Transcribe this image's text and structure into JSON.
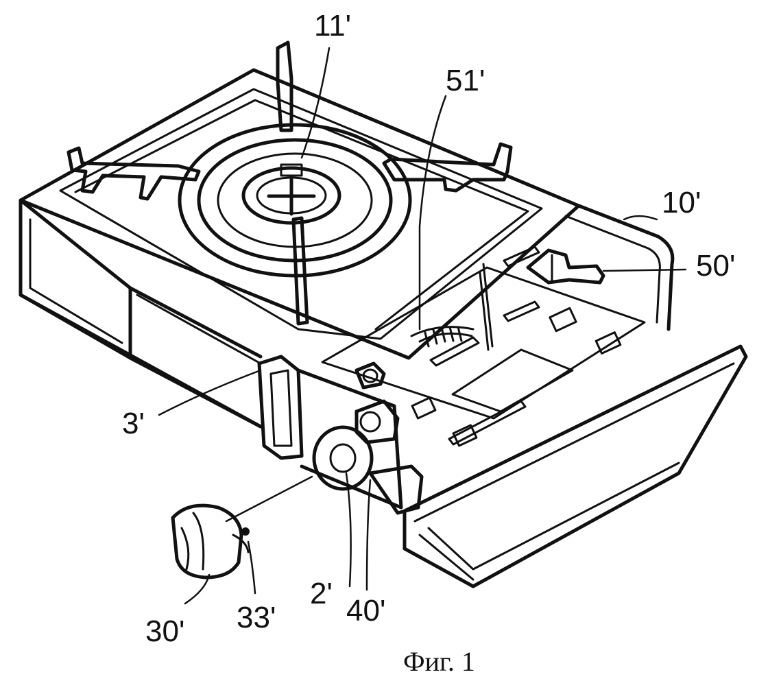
{
  "labels": {
    "l11": "11'",
    "l51": "51'",
    "l10": "10'",
    "l50": "50'",
    "l3": "3'",
    "l30": "30'",
    "l33": "33'",
    "l2": "2'",
    "l40": "40'"
  },
  "caption": "Фиг. 1",
  "colors": {
    "ink": "#111111",
    "paper": "#ffffff"
  }
}
